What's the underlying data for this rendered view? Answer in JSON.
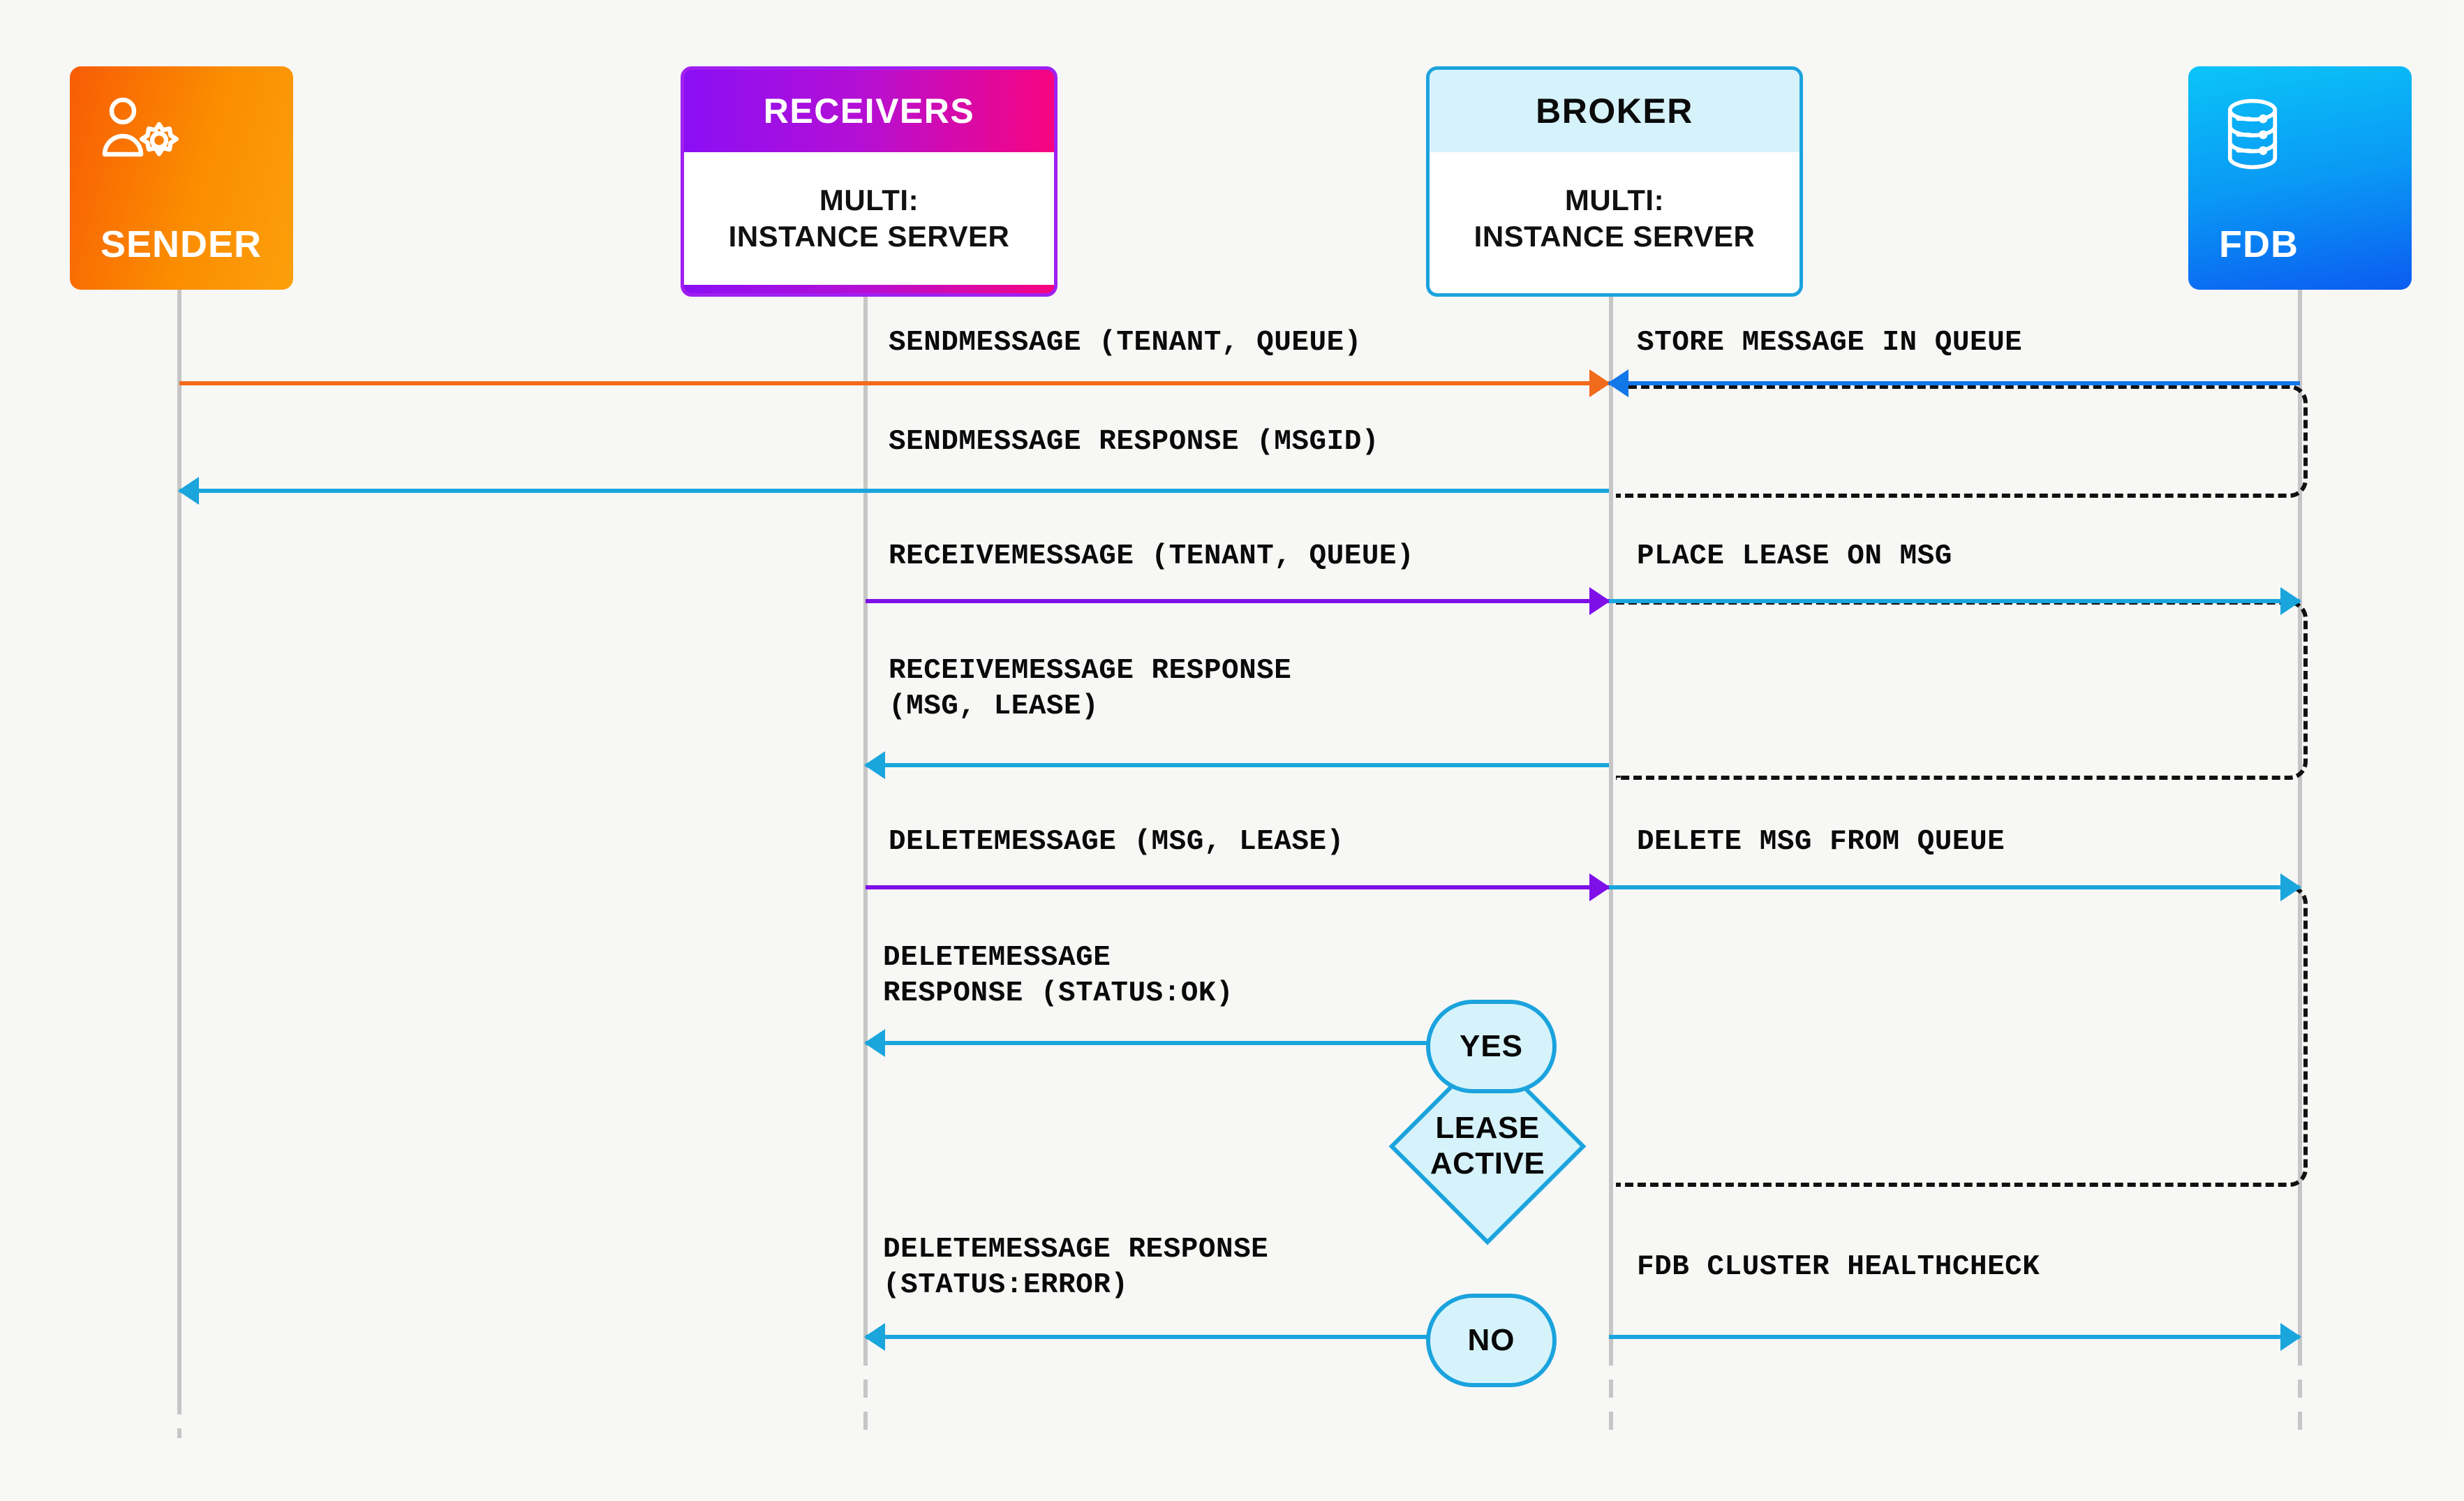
{
  "diagram": {
    "title": "Message queue sequence diagram",
    "background": "#f7f7f5"
  },
  "actors": [
    {
      "id": "sender",
      "label": "SENDER",
      "sublabel": "",
      "icon": "user-gear-icon",
      "style": "gradient-orange",
      "colors": {
        "from": "#f85c05",
        "to": "#fca00a"
      }
    },
    {
      "id": "receivers",
      "label": "RECEIVERS",
      "sublabel": "MULTI:\nINSTANCE SERVER",
      "icon": "",
      "style": "split-gradient-purple-pink",
      "colors": {
        "from": "#8a0ff5",
        "to": "#f7047f"
      }
    },
    {
      "id": "broker",
      "label": "BROKER",
      "sublabel": "MULTI:\nINSTANCE SERVER",
      "icon": "",
      "style": "split-cyan",
      "colors": {
        "header": "#d6f3fb",
        "border": "#1ba3dd"
      }
    },
    {
      "id": "fdb",
      "label": "FDB",
      "sublabel": "",
      "icon": "database-icon",
      "style": "gradient-blue",
      "colors": {
        "from": "#0bc4f7",
        "to": "#0b5cf0"
      }
    }
  ],
  "messages": [
    {
      "id": "m1",
      "text": "SENDMESSAGE (TENANT, QUEUE)",
      "from": "sender",
      "to": "broker",
      "direction": "right",
      "color": "#f26a1b"
    },
    {
      "id": "m2",
      "text": "STORE MESSAGE IN QUEUE",
      "from": "fdb",
      "to": "broker",
      "direction": "left",
      "color": "#1277e8"
    },
    {
      "id": "m3",
      "text": "SENDMESSAGE RESPONSE (MSGID)",
      "from": "broker",
      "to": "sender",
      "direction": "left",
      "color": "#1aa5dd"
    },
    {
      "id": "m4",
      "text": "RECEIVEMESSAGE (TENANT, QUEUE)",
      "from": "receivers",
      "to": "broker",
      "direction": "right",
      "color": "#7f0fe8"
    },
    {
      "id": "m5",
      "text": "PLACE LEASE ON MSG",
      "from": "broker",
      "to": "fdb",
      "direction": "right",
      "color": "#1aa5dd"
    },
    {
      "id": "m6",
      "text": "RECEIVEMESSAGE RESPONSE\n(MSG, LEASE)",
      "from": "broker",
      "to": "receivers",
      "direction": "left",
      "color": "#1aa5dd"
    },
    {
      "id": "m7",
      "text": "DELETEMESSAGE (MSG, LEASE)",
      "from": "receivers",
      "to": "broker",
      "direction": "right",
      "color": "#7f0fe8"
    },
    {
      "id": "m8",
      "text": "DELETE MSG FROM QUEUE",
      "from": "broker",
      "to": "fdb",
      "direction": "right",
      "color": "#1aa5dd"
    },
    {
      "id": "m9",
      "text": "DELETEMESSAGE\nRESPONSE (STATUS:OK)",
      "from": "broker",
      "to": "receivers",
      "direction": "left",
      "color": "#1aa5dd"
    },
    {
      "id": "m10",
      "text": "DELETEMESSAGE RESPONSE\n(STATUS:ERROR)",
      "from": "broker",
      "to": "receivers",
      "direction": "left",
      "color": "#1aa5dd"
    },
    {
      "id": "m11",
      "text": "FDB CLUSTER HEALTHCHECK",
      "from": "broker",
      "to": "fdb",
      "direction": "right",
      "color": "#1aa5dd"
    }
  ],
  "decision": {
    "condition": "LEASE\nACTIVE",
    "yes_label": "YES",
    "no_label": "NO",
    "fill": "#d6f3fb",
    "stroke": "#1ba3dd"
  },
  "returns": [
    {
      "id": "r1",
      "note": "dashed return from FDB after STORE MESSAGE IN QUEUE"
    },
    {
      "id": "r2",
      "note": "dashed return from FDB after PLACE LEASE ON MSG"
    },
    {
      "id": "r3",
      "note": "dashed return from FDB after DELETE MSG FROM QUEUE"
    }
  ]
}
